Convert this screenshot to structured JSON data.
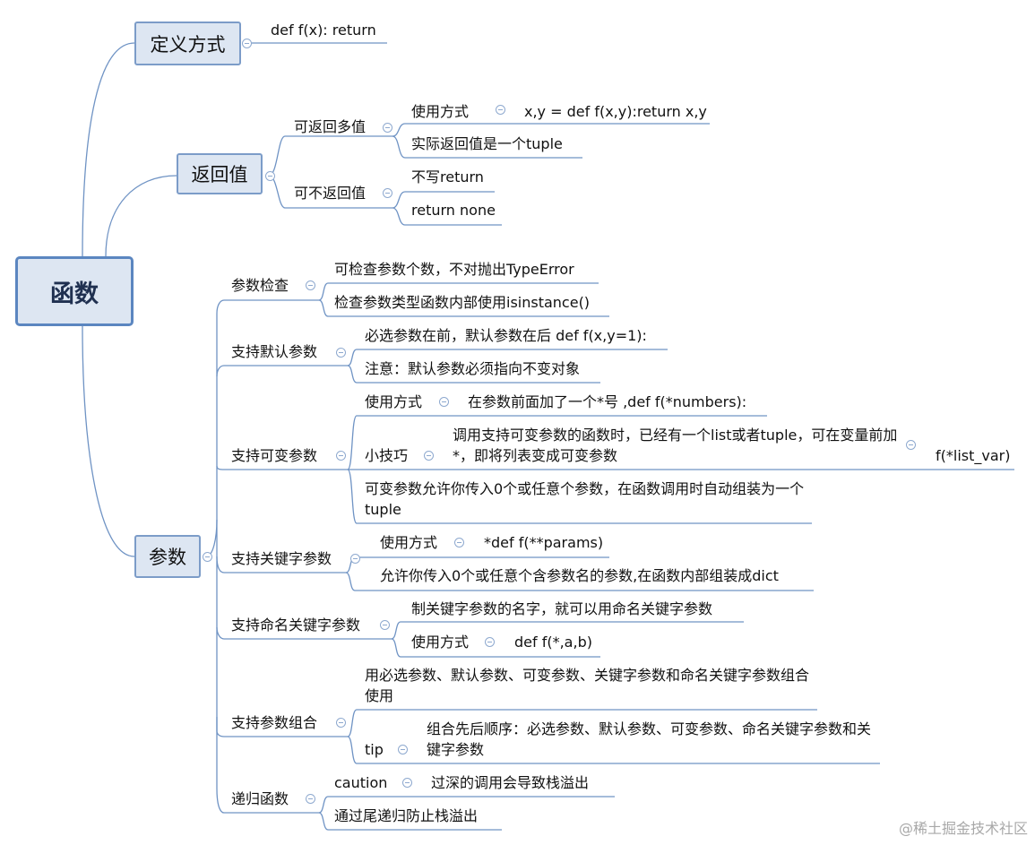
{
  "root": "函数",
  "definition": {
    "label": "定义方式",
    "syntax": "def f(x): return"
  },
  "return_value": {
    "label": "返回值",
    "multiple": {
      "label": "可返回多值",
      "usage_label": "使用方式",
      "usage_value": "x,y = def f(x,y):return x,y",
      "tuple_note": "实际返回值是一个tuple"
    },
    "none": {
      "label": "可不返回值",
      "no_return": "不写return",
      "return_none": "return none"
    }
  },
  "params": {
    "label": "参数",
    "check": {
      "label": "参数检查",
      "count": "可检查参数个数，不对抛出TypeError",
      "type": "检查参数类型函数内部使用isinstance()"
    },
    "default": {
      "label": "支持默认参数",
      "order": "必选参数在前，默认参数在后 def f(x,y=1):",
      "note": "注意：默认参数必须指向不变对象"
    },
    "varargs": {
      "label": "支持可变参数",
      "usage_label": "使用方式",
      "usage_value": "在参数前面加了一个*号 ,def f(*numbers):",
      "tip_label": "小技巧",
      "tip_value": "调用支持可变参数的函数时，已经有一个list或者tuple，可在变量前加*，即将列表变成可变参数",
      "tip_example": "f(*list_var)",
      "desc": "可变参数允许你传入0个或任意个参数，在函数调用时自动组装为一个tuple"
    },
    "kwargs": {
      "label": "支持关键字参数",
      "usage_label": "使用方式",
      "usage_value": "*def f(**params)",
      "desc": "允许你传入0个或任意个含参数名的参数,在函数内部组装成dict"
    },
    "named_kw": {
      "label": "支持命名关键字参数",
      "desc": "制关键字参数的名字，就可以用命名关键字参数",
      "usage_label": "使用方式",
      "usage_value": "def f(*,a,b)"
    },
    "combo": {
      "label": "支持参数组合",
      "desc": "用必选参数、默认参数、可变参数、关键字参数和命名关键字参数组合使用",
      "tip_label": "tip",
      "tip_value": "组合先后顺序：必选参数、默认参数、可变参数、命名关键字参数和关键字参数"
    },
    "recursion": {
      "label": "递归函数",
      "caution_label": "caution",
      "caution_value": "过深的调用会导致栈溢出",
      "tail": "通过尾递归防止栈溢出"
    }
  },
  "watermark": "@稀土掘金技术社区"
}
